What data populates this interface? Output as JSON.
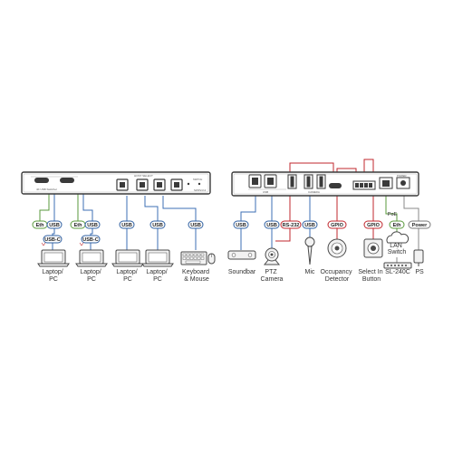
{
  "front_panel": {
    "usb_switch_label": "4K USB Switcher",
    "host_select_label": "HOST SELECT",
    "model_label": "SWITCH",
    "model_id": "SWP2-K4"
  },
  "rear_panel": {
    "usb_label": "USB",
    "camera_label": "CAMERA",
    "power_label": "POWER"
  },
  "tags": {
    "eth_1": "Eth",
    "usb_1": "USB",
    "usbc_1": "USB-C",
    "eth_2": "Eth",
    "usb_2": "USB",
    "usbc_2": "USB-C",
    "usb_3": "USB",
    "usb_4": "USB",
    "usb_5": "USB",
    "usb_6": "USB",
    "usb_7": "USB",
    "rs232": "RS-232",
    "usb_8": "USB",
    "gpio_1": "GPIO",
    "gpio_2": "GPIO",
    "poe": "PoE",
    "eth_3": "Eth",
    "power": "Power"
  },
  "devices": {
    "laptop_1": [
      "Laptop/",
      "PC"
    ],
    "laptop_2": [
      "Laptop/",
      "PC"
    ],
    "laptop_3": [
      "Laptop/",
      "PC"
    ],
    "laptop_4": [
      "Laptop/",
      "PC"
    ],
    "keyboard": [
      "Keyboard",
      "& Mouse"
    ],
    "soundbar": [
      "Soundbar"
    ],
    "ptz": [
      "PTZ",
      "Camera"
    ],
    "mic": [
      "Mic"
    ],
    "occupancy": [
      "Occupancy",
      "Detector"
    ],
    "select_in": [
      "Select In",
      "Button"
    ],
    "lan_switch": [
      "LAN",
      "Switch"
    ],
    "sl240c": [
      "SL-240C"
    ],
    "ps": [
      "PS"
    ]
  },
  "colors": {
    "device_outline": "#4a4a4a",
    "device_fill": "#f2f2f2",
    "eth_tag_border": "#5a9a3c",
    "usb_tag_border": "#2e5fa0",
    "gpio_tag_border": "#c0272d",
    "power_tag_border": "#7a7a7a",
    "line_blue": "#3c6fb4",
    "line_green": "#5a9a3c",
    "line_red": "#c0272d",
    "line_gray": "#8a8a8a"
  }
}
